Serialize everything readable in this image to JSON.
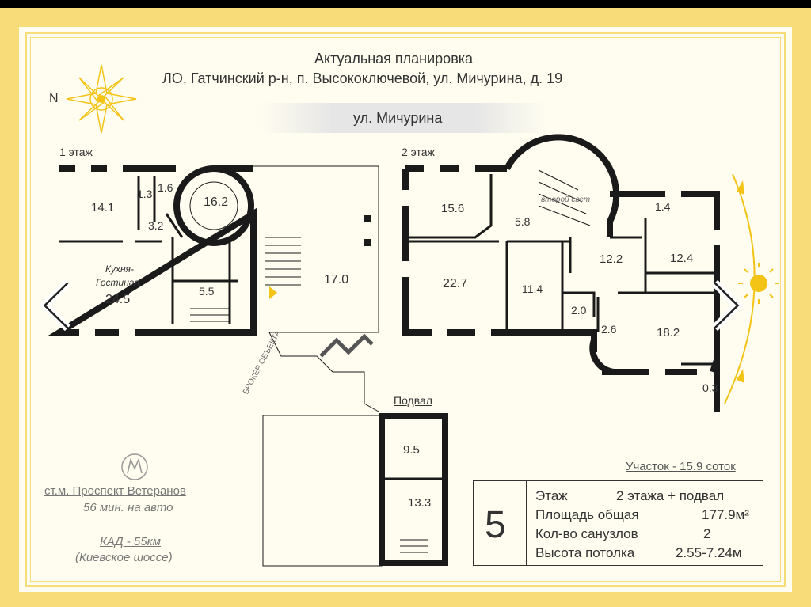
{
  "header": {
    "title": "Актуальная планировка",
    "address": "ЛО, Гатчинский р-н, п. Высокоключевой, ул. Мичурина, д. 19",
    "street": "ул. Мичурина"
  },
  "compass": {
    "north_label": "N"
  },
  "floors": {
    "first": {
      "label": "1 этаж",
      "rooms": [
        {
          "label": "14.1"
        },
        {
          "label": "1.3"
        },
        {
          "label": "1.6"
        },
        {
          "label": "16.2"
        },
        {
          "label": "3.2"
        },
        {
          "label": "Кухня-"
        },
        {
          "label": "Гостиная"
        },
        {
          "label": "24.5"
        },
        {
          "label": "5.5"
        },
        {
          "label": "17.0"
        }
      ]
    },
    "second": {
      "label": "2 этаж",
      "rooms": [
        {
          "label": "15.6"
        },
        {
          "label": "5.8"
        },
        {
          "label": "1.4"
        },
        {
          "label": "12.2"
        },
        {
          "label": "12.4"
        },
        {
          "label": "22.7"
        },
        {
          "label": "11.4"
        },
        {
          "label": "2.0"
        },
        {
          "label": "2.6"
        },
        {
          "label": "18.2"
        },
        {
          "label": "0.3"
        }
      ],
      "stair_label": "второй свет"
    },
    "basement": {
      "label": "Подвал",
      "rooms": [
        {
          "label": "9.5"
        },
        {
          "label": "13.3"
        }
      ]
    }
  },
  "watermark": "БРОКЕР ОБЪЕКТА",
  "metro": {
    "symbol": "M",
    "station": "ст.м. Проспект Ветеранов",
    "drive": "56 мин. на авто",
    "kad": "КАД - 55км",
    "highway": "(Киевское шоссе)"
  },
  "plot": "Участок - 15.9 соток",
  "info": {
    "rooms_count": "5",
    "rows": [
      {
        "label": "Этаж",
        "value": "2 этажа + подвал"
      },
      {
        "label": "Площадь общая",
        "value": "177.9м²"
      },
      {
        "label": "Кол-во санузлов",
        "value": "2"
      },
      {
        "label": "Высота потолка",
        "value": "2.55-7.24м"
      }
    ]
  },
  "colors": {
    "frame": "#f8dc7a",
    "paper": "#fffdf0",
    "wall": "#1a1a1a",
    "accent": "#f3c316"
  }
}
